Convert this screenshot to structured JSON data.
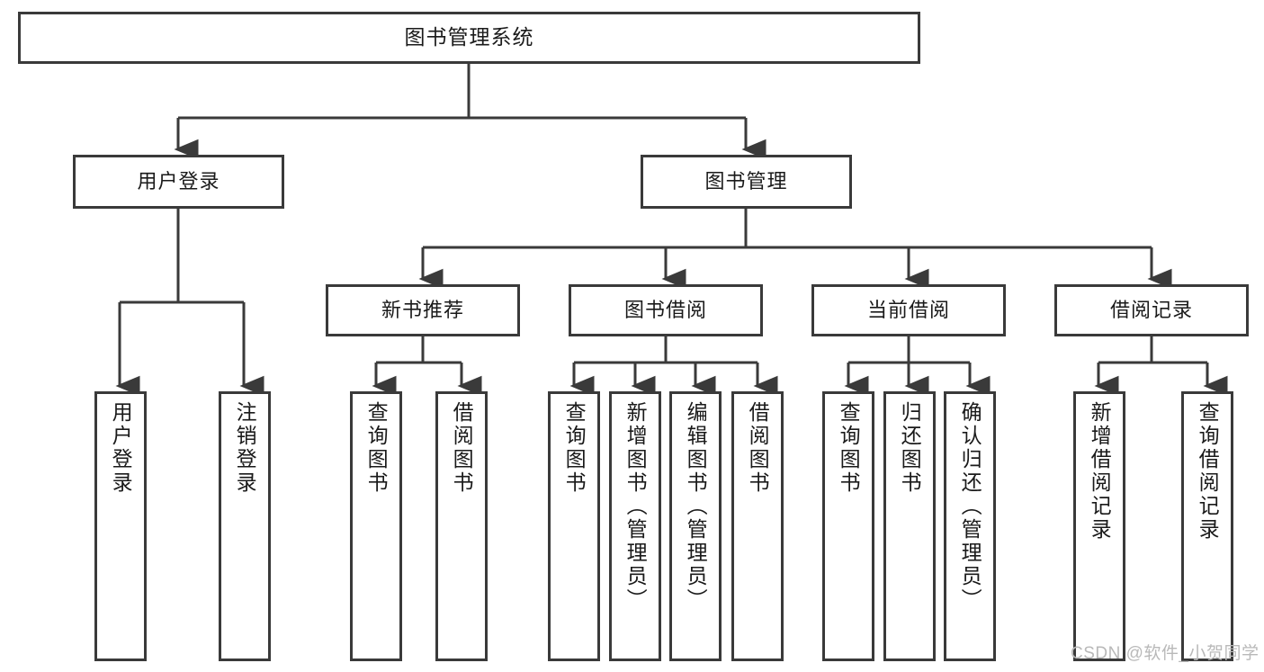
{
  "diagram": {
    "title": "图书管理系统",
    "type": "tree-hierarchy-chart",
    "root": {
      "label": "图书管理系统"
    },
    "level2": [
      {
        "label": "用户登录"
      },
      {
        "label": "图书管理"
      }
    ],
    "level3": [
      {
        "label": "新书推荐"
      },
      {
        "label": "图书借阅"
      },
      {
        "label": "当前借阅"
      },
      {
        "label": "借阅记录"
      }
    ],
    "leaves": {
      "user_login": [
        {
          "label": "用户登录"
        },
        {
          "label": "注销登录"
        }
      ],
      "new_book_recommend": [
        {
          "label": "查询图书"
        },
        {
          "label": "借阅图书"
        }
      ],
      "book_borrow": [
        {
          "label": "查询图书"
        },
        {
          "label": "新增图书（管理员）"
        },
        {
          "label": "编辑图书（管理员）"
        },
        {
          "label": "借阅图书"
        }
      ],
      "current_borrow": [
        {
          "label": "查询图书"
        },
        {
          "label": "归还图书"
        },
        {
          "label": "确认归还（管理员）"
        }
      ],
      "borrow_records": [
        {
          "label": "新增借阅记录"
        },
        {
          "label": "查询借阅记录"
        }
      ]
    }
  },
  "watermark": {
    "text": "CSDN @软件_小贺同学"
  },
  "colors": {
    "border": "#3a3a3a",
    "background": "#ffffff",
    "text": "#1a1a1a",
    "edge": "#3a3a3a",
    "watermark": "#b9b9b9"
  }
}
